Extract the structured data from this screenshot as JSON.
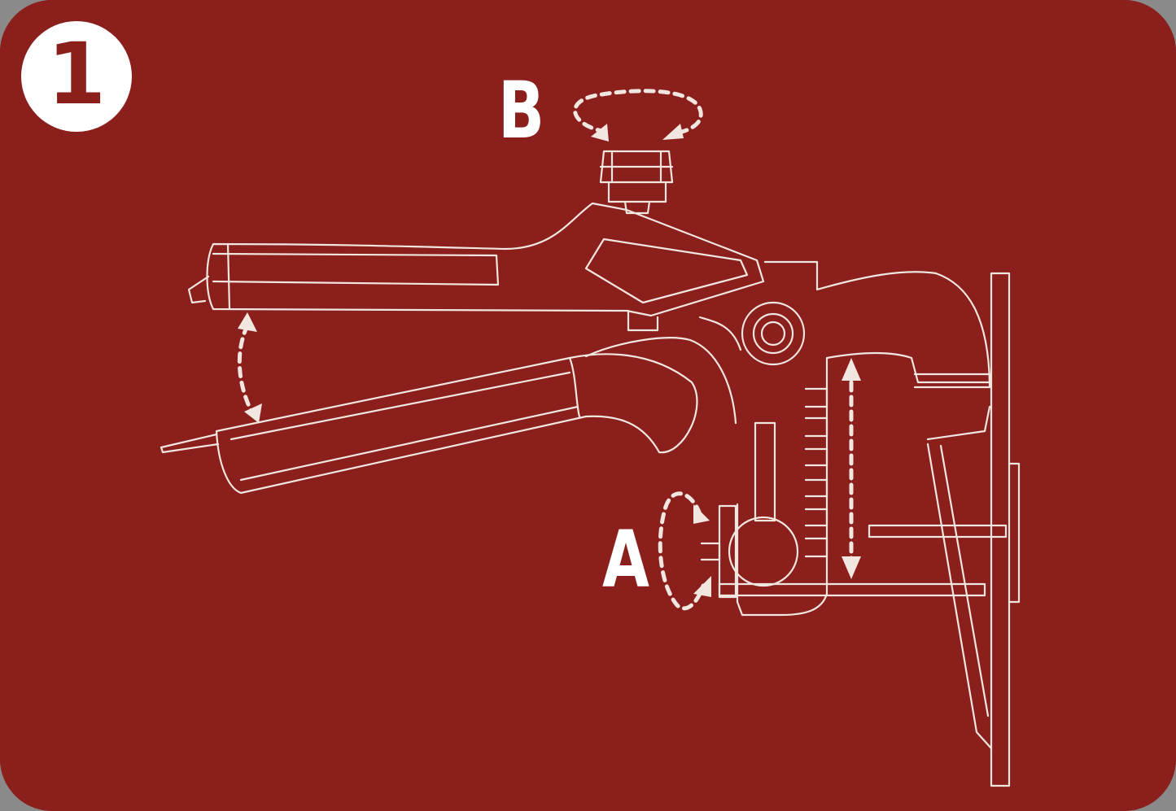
{
  "colors": {
    "panel_background": "#8a1f1c",
    "line_art": "#f2e6e0",
    "page_frame": "#8a8a8a",
    "badge_background": "#ffffff"
  },
  "step": {
    "number": "1"
  },
  "callouts": {
    "b_label": "B",
    "a_label": "A"
  },
  "icons": {
    "step_badge": "circle-badge",
    "b_arrow": "rotate-arrow-icon",
    "a_arrow": "rotate-arrow-icon",
    "handle_arrow": "double-arrow-icon",
    "height_arrow": "double-arrow-icon"
  }
}
